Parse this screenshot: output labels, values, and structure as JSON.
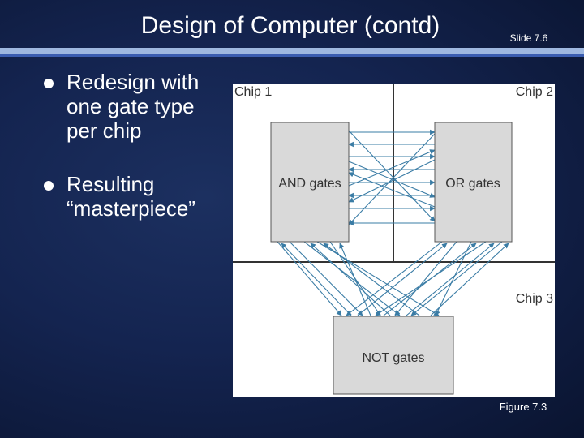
{
  "header": {
    "title": "Design of Computer (contd)",
    "slide_number": "Slide 7.6"
  },
  "bullets": [
    {
      "text": "Redesign with one gate type per chip"
    },
    {
      "text": "Resulting “masterpiece”"
    }
  ],
  "figure": {
    "chips": [
      {
        "label": "Chip 1"
      },
      {
        "label": "Chip 2"
      },
      {
        "label": "Chip 3"
      }
    ],
    "gates": [
      {
        "label": "AND gates"
      },
      {
        "label": "OR gates"
      },
      {
        "label": "NOT gates"
      }
    ],
    "caption": "Figure 7.3"
  },
  "colors": {
    "background": "#142450",
    "accent_band_light": "#9fb8e0",
    "accent_band_dark": "#3b5db0",
    "diagram_background": "#ffffff",
    "gate_box_fill": "#d9d9d9",
    "wire": "#3a7ca5",
    "chip_border": "#333333"
  }
}
